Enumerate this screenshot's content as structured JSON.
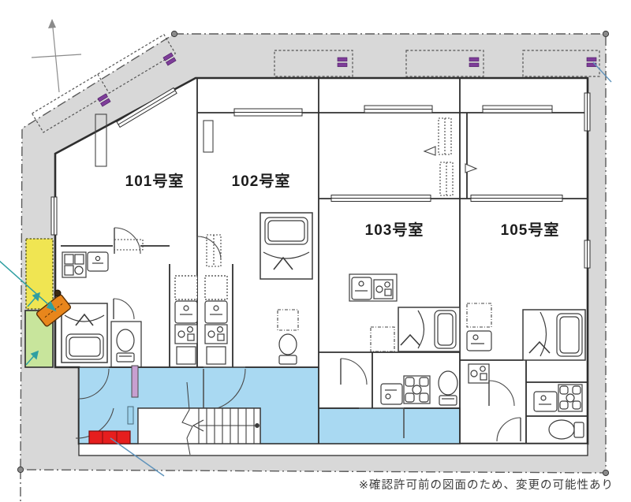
{
  "plan": {
    "type": "apartment-floor-plan",
    "rooms": [
      {
        "id": "101",
        "label": "101号室"
      },
      {
        "id": "102",
        "label": "102号室"
      },
      {
        "id": "103",
        "label": "103号室"
      },
      {
        "id": "105",
        "label": "105号室"
      }
    ],
    "footer_note": "※確認許可前の図面のため、変更の可能性あり",
    "parking": {
      "top_stalls": 3,
      "diagonal_stalls": 2,
      "marker_style": "double-bar"
    },
    "colors": {
      "site_gray": "#d8d8d8",
      "corridor_blue": "#a9d9f2",
      "highlight_yellow": "#f0e552",
      "highlight_green": "#c8e59c",
      "highlight_orange": "#e8861c",
      "highlight_red": "#e61e1e",
      "marker_purple": "#7e3d99",
      "strip_purple": "#c79fd0",
      "arrow_teal": "#2f9fa2",
      "arrow_blue": "#5f93bb",
      "wall": "#303030"
    }
  }
}
